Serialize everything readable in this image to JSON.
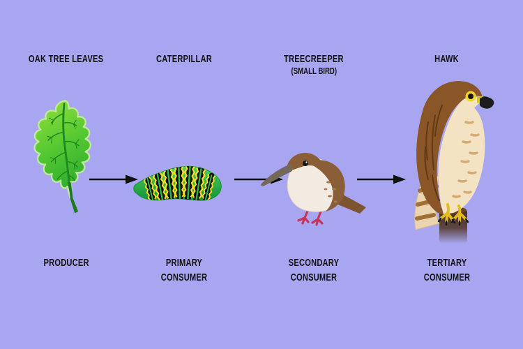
{
  "diagram": {
    "type": "food-chain",
    "background_color": "#a8a6f0",
    "text_color": "#121212",
    "arrow_color": "#111111",
    "stages": [
      {
        "name_label": "OAK TREE LEAVES",
        "sub_label": "",
        "role_label": "PRODUCER",
        "illustration": "oak-leaf"
      },
      {
        "name_label": "CATERPILLAR",
        "sub_label": "",
        "role_label": "PRIMARY CONSUMER",
        "illustration": "caterpillar"
      },
      {
        "name_label": "TREECREEPER",
        "sub_label": "(SMALL BIRD)",
        "role_label": "SECONDARY CONSUMER",
        "illustration": "treecreeper"
      },
      {
        "name_label": "HAWK",
        "sub_label": "",
        "role_label": "TERTIARY CONSUMER",
        "illustration": "hawk"
      }
    ],
    "arrow_count": 3,
    "palette": {
      "leaf_green_light": "#8fdc39",
      "leaf_green_dark": "#2fae2f",
      "leaf_vein": "#1d8a1d",
      "leaf_stem": "#1f7a1f",
      "caterpillar_green": "#2db84b",
      "caterpillar_stripe_black": "#111111",
      "caterpillar_stripe_yellow": "#ffd928",
      "treecreeper_brown": "#8a5f38",
      "treecreeper_breast_cream": "#f2ebe2",
      "treecreeper_leg_pink": "#c5365a",
      "treecreeper_beak_gray": "#73685a",
      "hawk_brown": "#8a5527",
      "hawk_dark_feather": "#5f3a15",
      "hawk_breast_cream": "#f3e3c2",
      "hawk_streak_buff": "#d3ab72",
      "hawk_eye_yellow": "#f5d327",
      "hawk_talon_yellow": "#e3bd1c",
      "post_brown": "#4a2d16"
    }
  }
}
